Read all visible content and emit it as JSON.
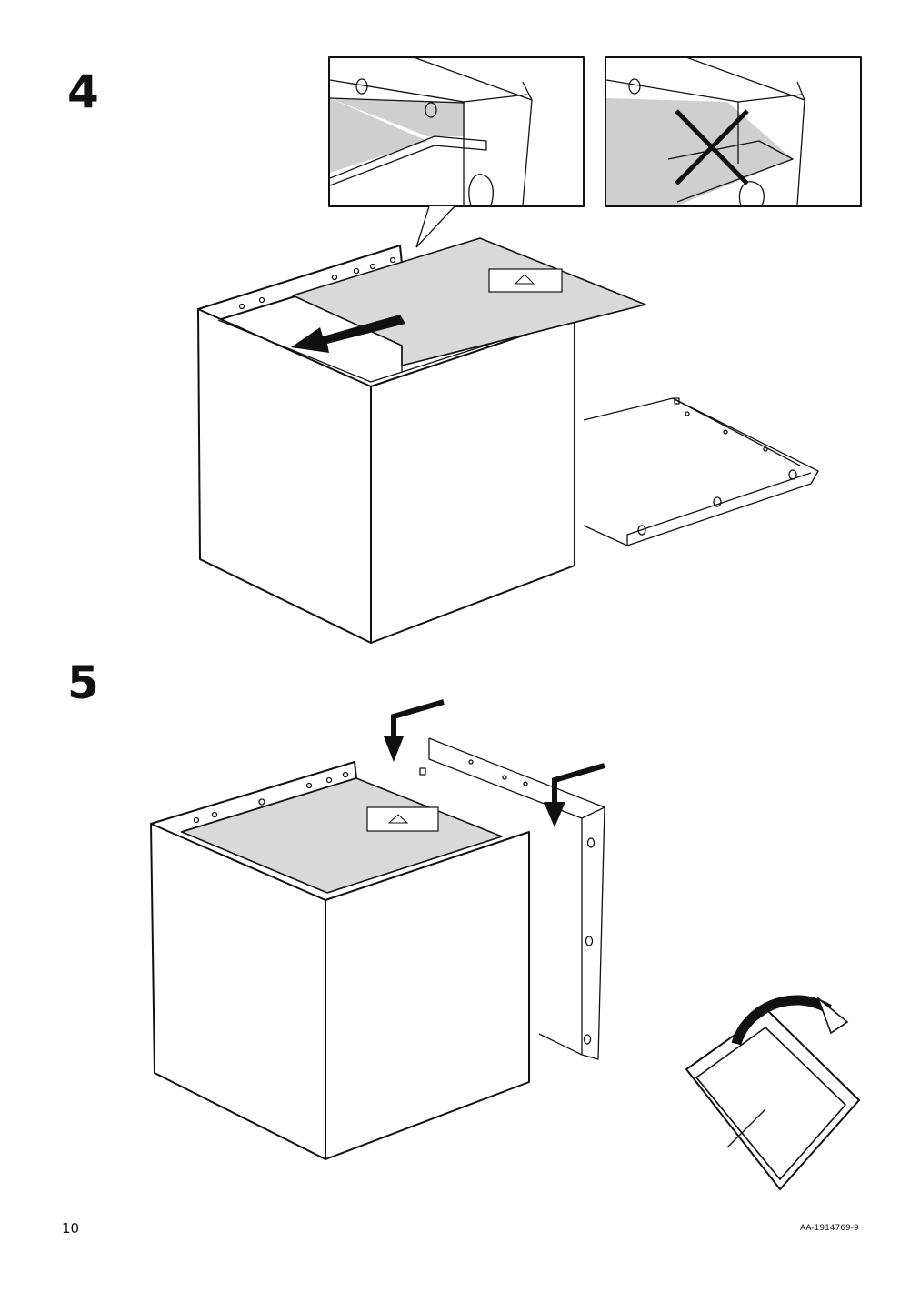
{
  "steps": [
    {
      "number": "4"
    },
    {
      "number": "5"
    }
  ],
  "footer": {
    "page_number": "10",
    "document_code": "AA-1914769-9"
  },
  "illustrations": {
    "step4_detail_correct": "shelf-slides-into-groove",
    "step4_detail_wrong": "shelf-above-groove-crossed-out",
    "step4_main": "slide-back-panel-into-box",
    "step5_main": "attach-side-panel-onto-box",
    "step5_turn": "turn-box-over"
  }
}
